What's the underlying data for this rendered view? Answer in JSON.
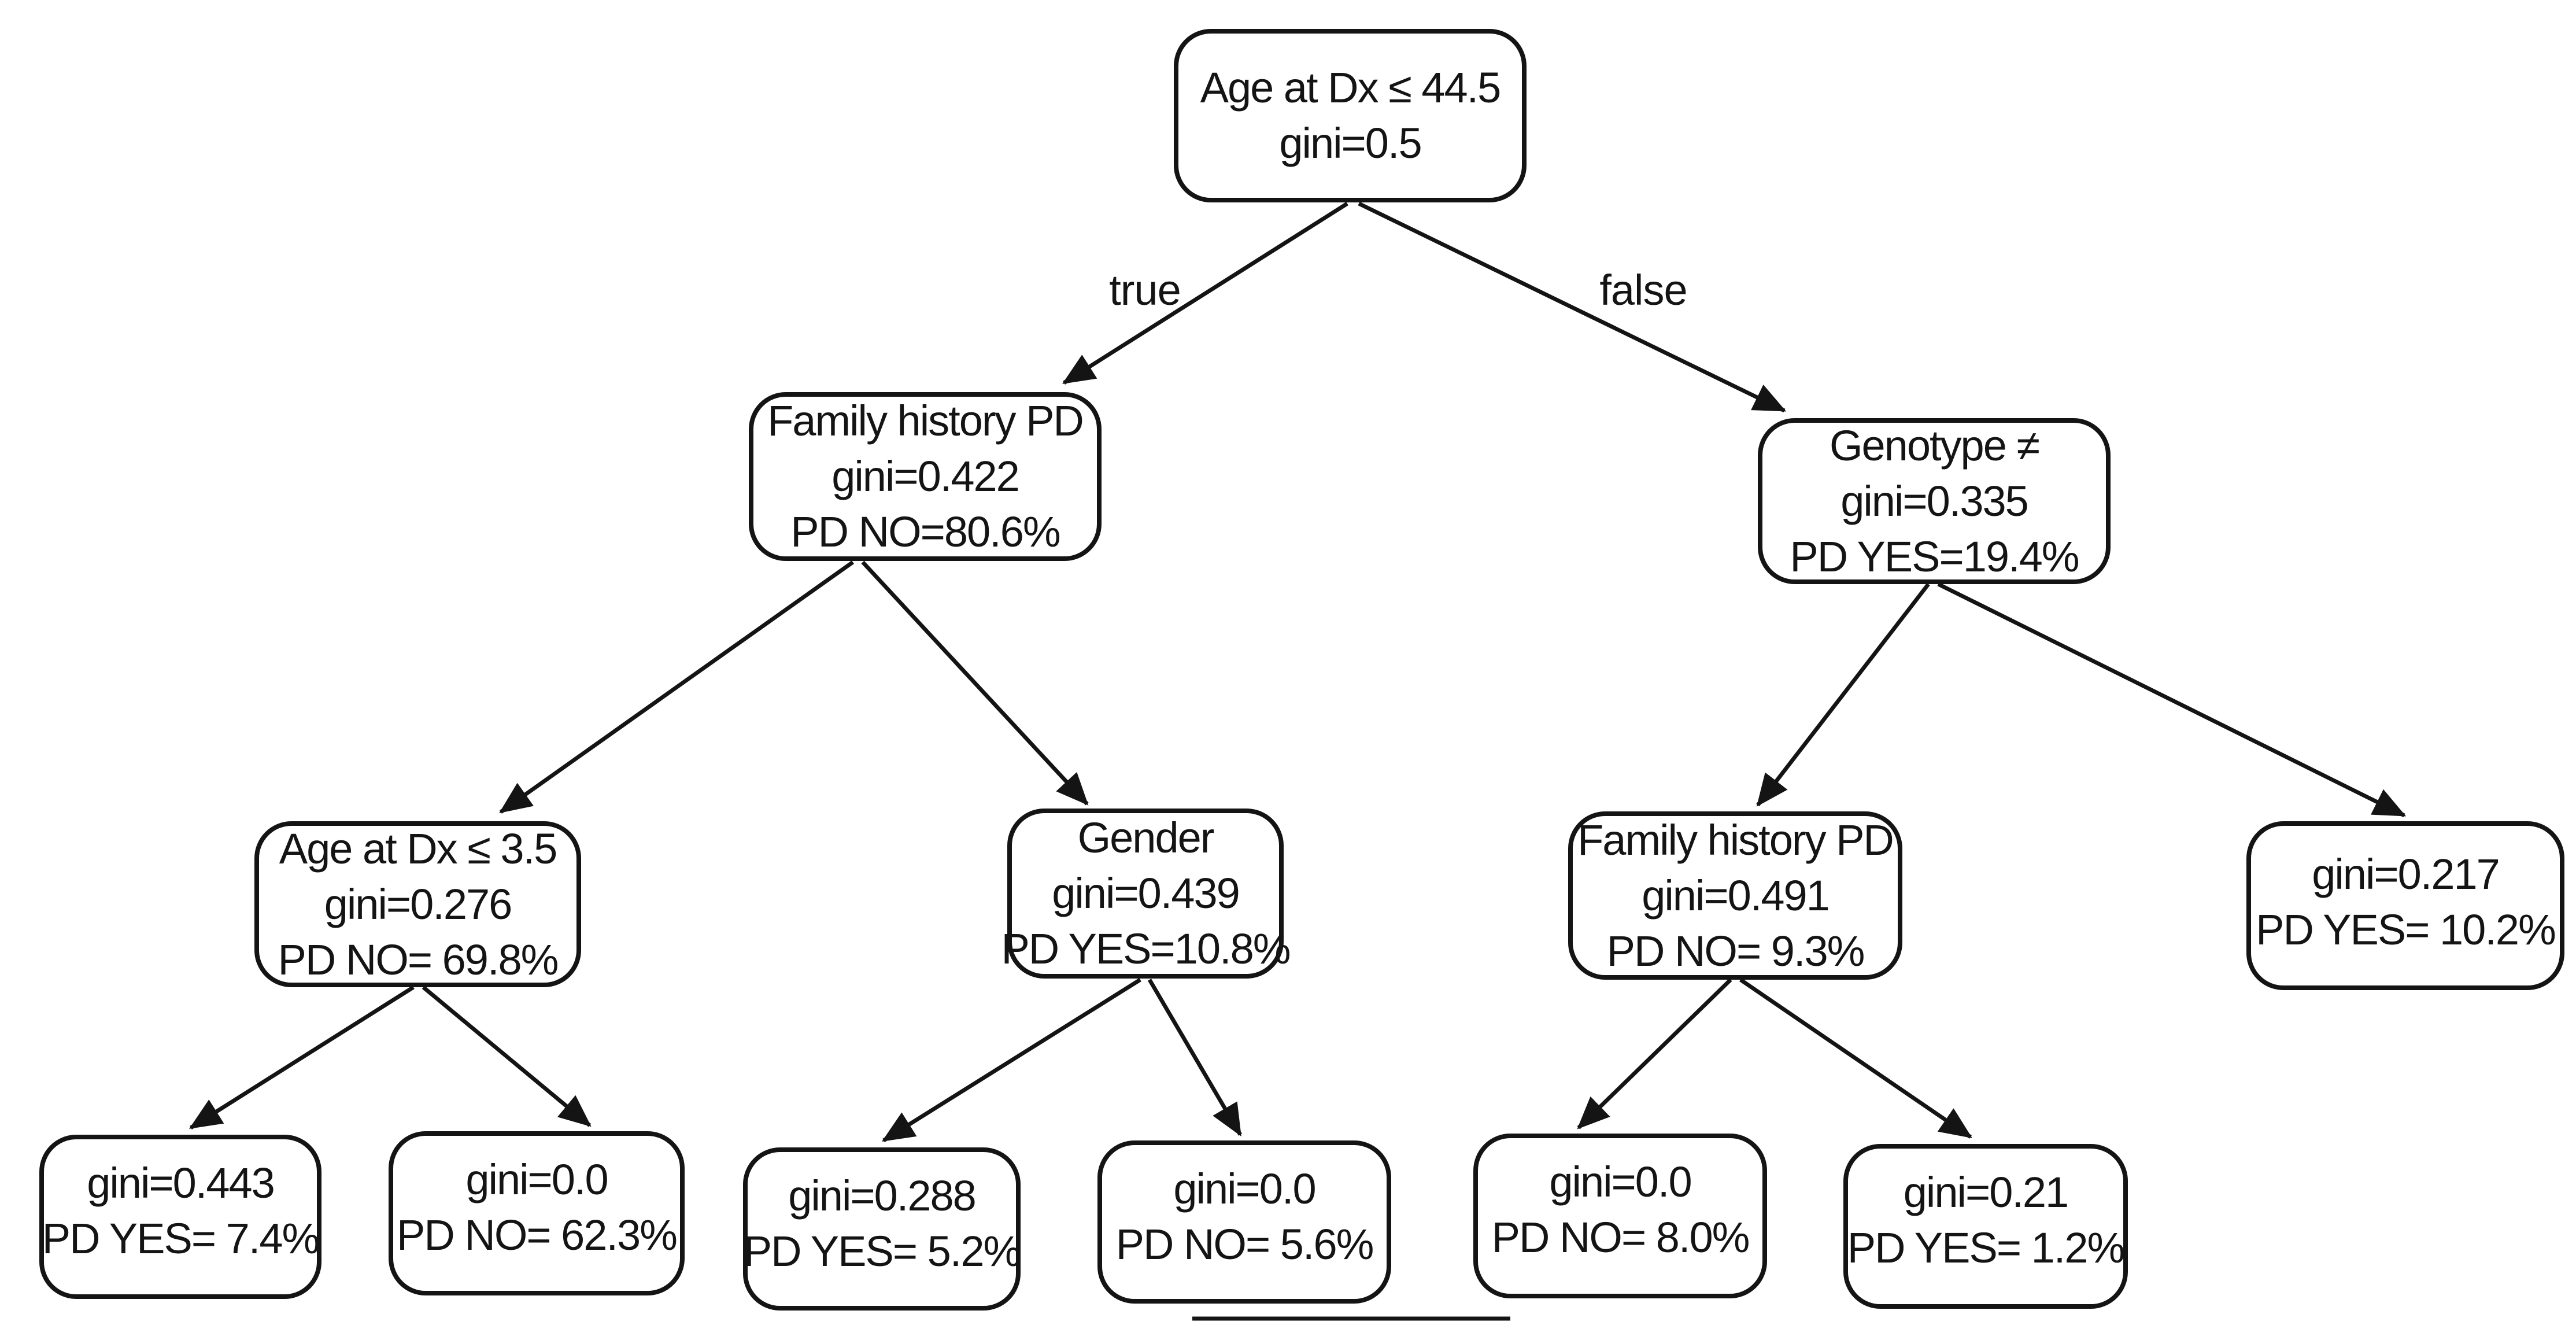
{
  "diagram": {
    "type": "decision-tree",
    "edge_labels": {
      "left": "true",
      "right": "false"
    },
    "colors": {
      "background": "#ffffff",
      "node_border": "#141414",
      "node_fill": "#ffffff",
      "arrow": "#141414",
      "text": "#141414",
      "faint_line": "#c4c4c4"
    },
    "nodes": [
      {
        "id": "root",
        "lines": [
          "Age at Dx ≤ 44.5",
          "gini=0.5"
        ]
      },
      {
        "id": "family-history-pd-1",
        "lines": [
          "Family history PD",
          "gini=0.422",
          "PD NO=80.6%"
        ]
      },
      {
        "id": "genotype",
        "lines": [
          "Genotype ≠",
          "gini=0.335",
          "PD YES=19.4%"
        ]
      },
      {
        "id": "age-at-dx-3-5",
        "lines": [
          "Age at Dx ≤ 3.5",
          "gini=0.276",
          "PD NO= 69.8%"
        ]
      },
      {
        "id": "gender",
        "lines": [
          "Gender",
          "gini=0.439",
          "PD YES=10.8%"
        ]
      },
      {
        "id": "family-history-pd-2",
        "lines": [
          "Family history PD",
          "gini=0.491",
          "PD NO= 9.3%"
        ]
      },
      {
        "id": "leaf-gini-0217",
        "lines": [
          "gini=0.217",
          "PD YES= 10.2%"
        ]
      },
      {
        "id": "leaf-gini-0443",
        "lines": [
          "gini=0.443",
          "PD YES= 7.4%"
        ]
      },
      {
        "id": "leaf-gini-00-a",
        "lines": [
          "gini=0.0",
          "PD NO= 62.3%"
        ]
      },
      {
        "id": "leaf-gini-0288",
        "lines": [
          "gini=0.288",
          "PD YES= 5.2%"
        ]
      },
      {
        "id": "leaf-gini-00-b",
        "lines": [
          "gini=0.0",
          "PD NO= 5.6%"
        ]
      },
      {
        "id": "leaf-gini-00-c",
        "lines": [
          "gini=0.0",
          "PD NO= 8.0%"
        ]
      },
      {
        "id": "leaf-gini-021",
        "lines": [
          "gini=0.21",
          "PD YES= 1.2%"
        ]
      }
    ]
  }
}
